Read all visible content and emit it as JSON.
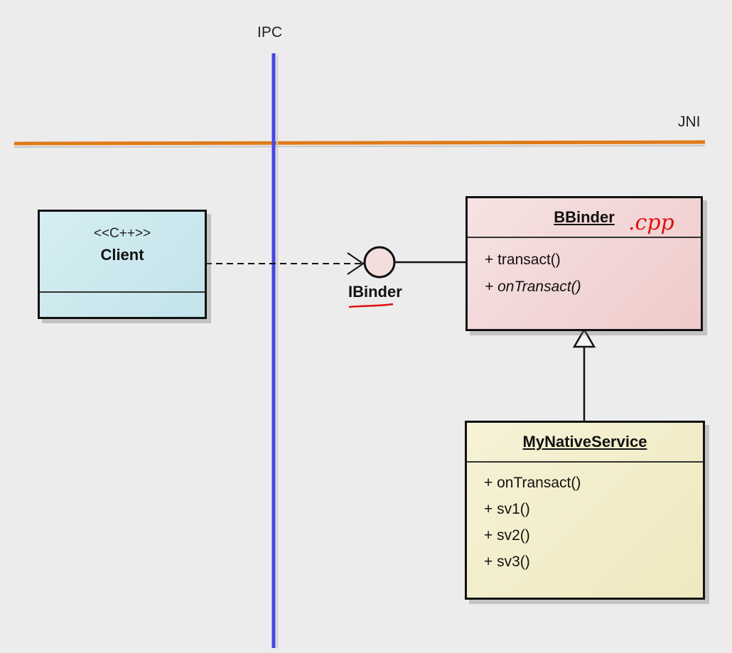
{
  "boundaries": {
    "ipc_label": "IPC",
    "jni_label": "JNI"
  },
  "client": {
    "stereotype": "<<C++>>",
    "name": "Client"
  },
  "interface": {
    "name": "IBinder"
  },
  "bbinder": {
    "name": "BBinder",
    "annotation": ".cpp",
    "operations": [
      "+ transact()",
      "+ onTransact()"
    ]
  },
  "my_native_service": {
    "name": "MyNativeService",
    "operations": [
      "+ onTransact()",
      "+ sv1()",
      "+ sv2()",
      "+ sv3()"
    ]
  },
  "colors": {
    "ipc_line": "#4646e0",
    "jni_line": "#e07a18",
    "annotation_ink": "#e01010",
    "client_fill": "#cfe9ee",
    "bbinder_fill": "#f2d4d4",
    "service_fill": "#f3edcc"
  }
}
